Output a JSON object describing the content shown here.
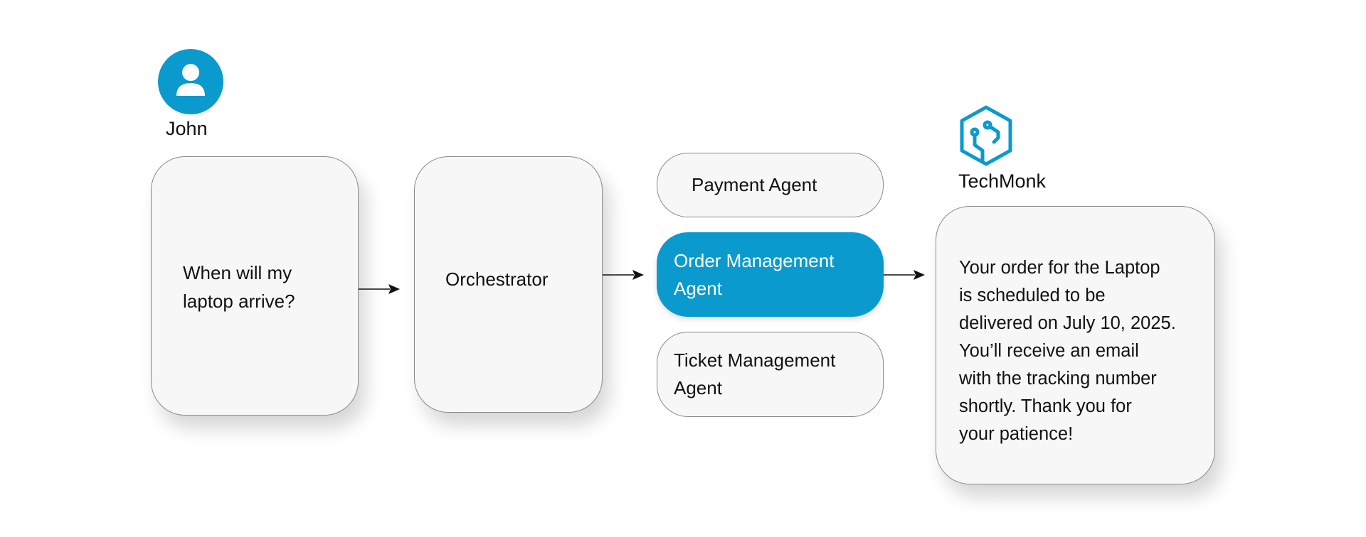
{
  "colors": {
    "accent": "#0a9ace",
    "card_bg": "#f7f7f7",
    "card_border": "#8a8a8a",
    "text": "#111111"
  },
  "user": {
    "name": "John",
    "icon": "user-avatar-icon",
    "message_lines": [
      "When will my",
      "laptop arrive?"
    ]
  },
  "orchestrator": {
    "label": "Orchestrator"
  },
  "agents": [
    {
      "lines": [
        "Payment Agent"
      ],
      "active": false
    },
    {
      "lines": [
        "Order Management",
        "Agent"
      ],
      "active": true
    },
    {
      "lines": [
        "Ticket Management",
        "Agent"
      ],
      "active": false
    }
  ],
  "brand": {
    "name": "TechMonk",
    "icon": "techmonk-hexagon-logo-icon"
  },
  "response": {
    "lines": [
      "Your order for the Laptop",
      "is scheduled to be",
      "delivered on July 10, 2025.",
      "You’ll receive an email",
      "with the tracking number",
      "shortly. Thank you for",
      "your patience!"
    ]
  }
}
